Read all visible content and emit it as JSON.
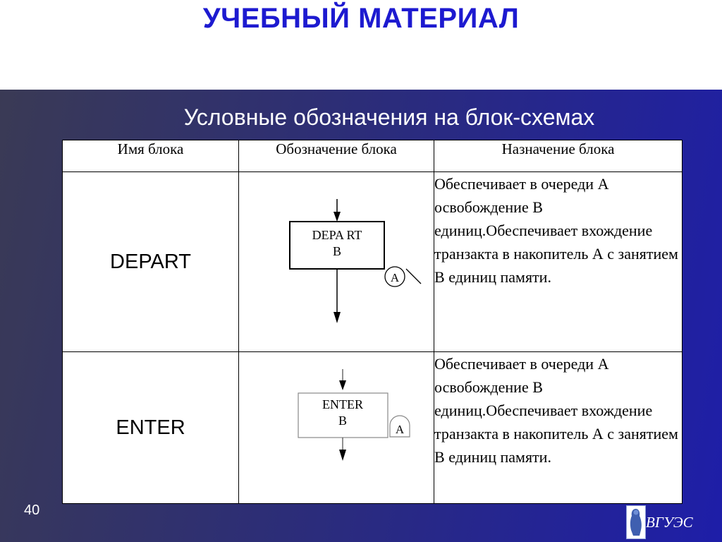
{
  "header": {
    "title": "УЧЕБНЫЙ МАТЕРИАЛ"
  },
  "slide": {
    "subtitle": "Условные обозначения на блок-схемах",
    "page_number": "40",
    "logo_text": "ВГУЭС"
  },
  "table": {
    "headers": [
      "Имя блока",
      "Обозначение блока",
      "Назначение блока"
    ],
    "rows": [
      {
        "name": "DEPART",
        "symbol_line1": "DEPA RT",
        "symbol_line2": "B",
        "symbol_circle": "A",
        "description": "Обеспечивает в очереди A освобождение B единиц.Обеспечивает вхождение транзакта в накопитель А с занятием В единиц памяти."
      },
      {
        "name": "ENTER",
        "symbol_line1": "ENTER",
        "symbol_line2": "B",
        "symbol_circle": "A",
        "description": "Обеспечивает в очереди A освобождение B единиц.Обеспечивает вхождение транзакта в накопитель А с занятием В единиц памяти."
      }
    ]
  }
}
